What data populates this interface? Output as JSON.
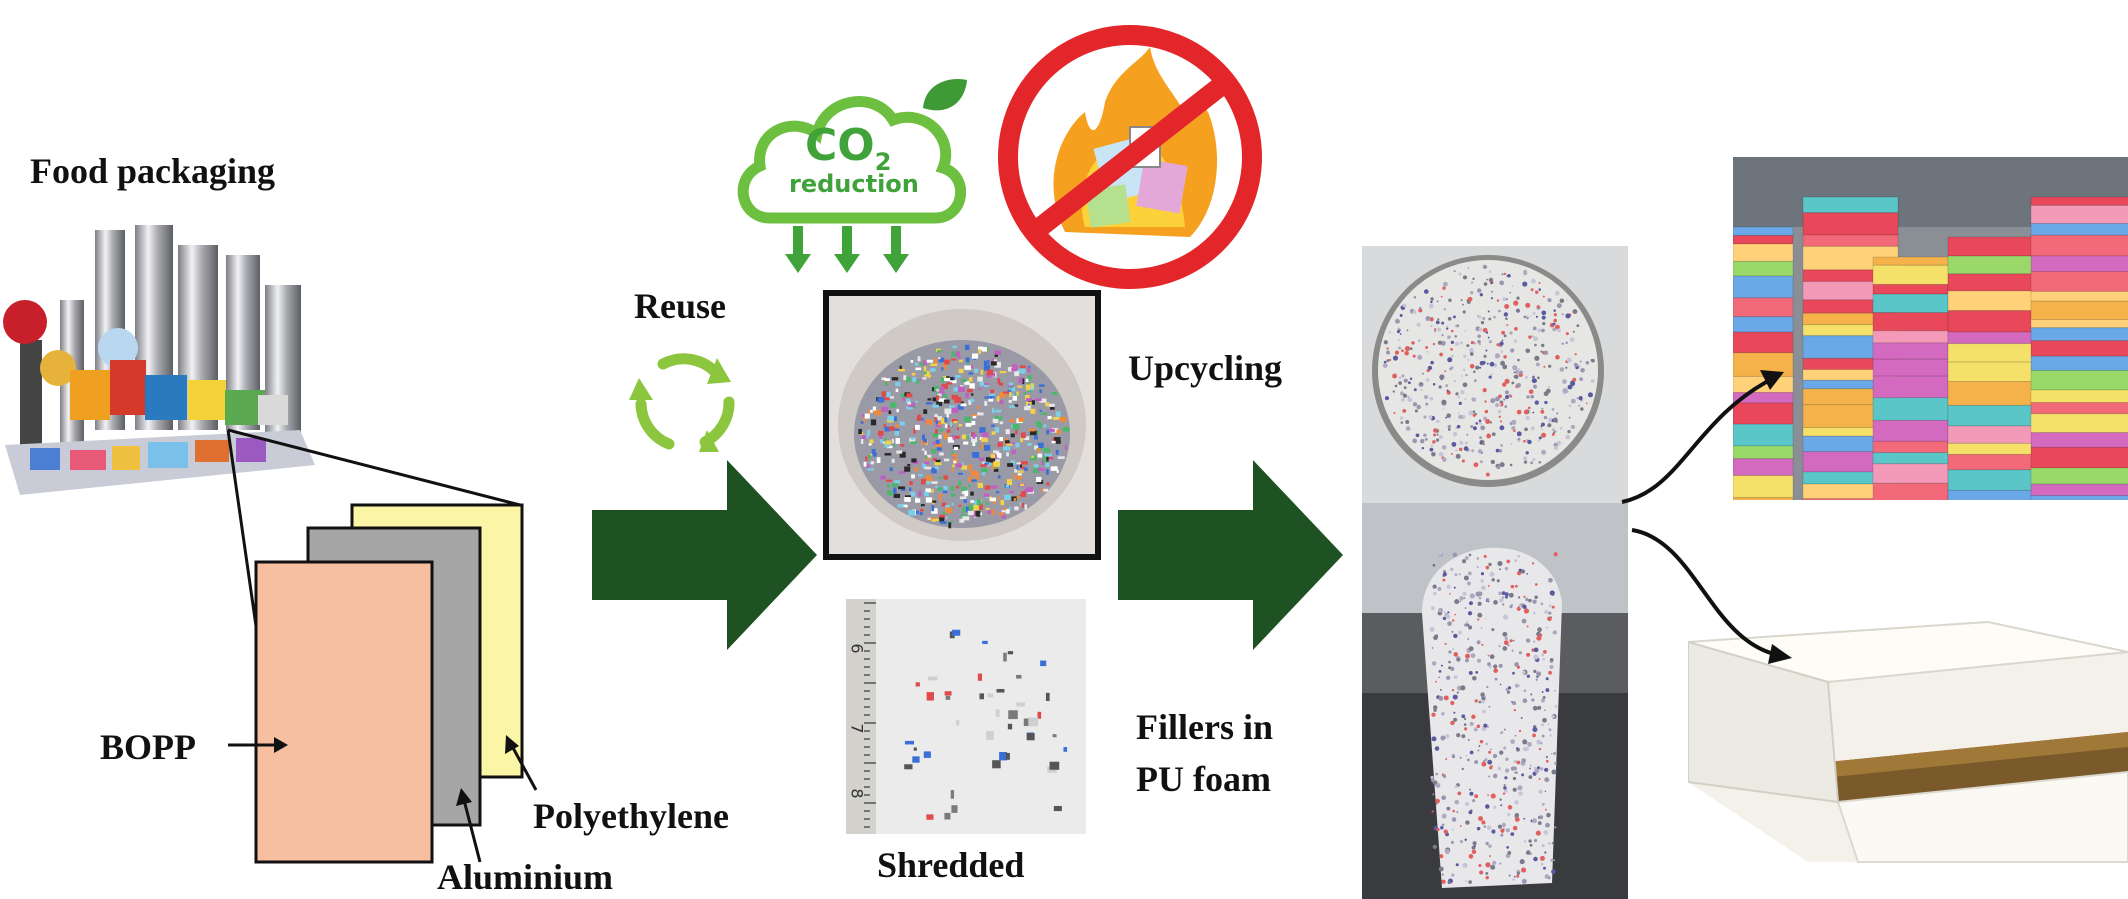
{
  "labels": {
    "food_packaging": "Food packaging",
    "bopp": "BOPP",
    "aluminium": "Aluminium",
    "polyethylene": "Polyethylene",
    "reuse": "Reuse",
    "shredded": "Shredded",
    "upcycling": "Upcycling",
    "fillers_line1": "Fillers in",
    "fillers_line2": "PU foam"
  },
  "co2_badge": {
    "co2": "CO",
    "sub": "2",
    "text": "reduction"
  },
  "ruler_ticks": [
    "6",
    "7",
    "8"
  ],
  "colors": {
    "arrow_green": "#1f5223",
    "cloud_green": "#6cbf3f",
    "bopp_layer": "#f5bfa0",
    "aluminium_layer": "#a6a6a6",
    "polyethylene_layer": "#fbf6a6",
    "no_sign_red": "#e3262a"
  }
}
